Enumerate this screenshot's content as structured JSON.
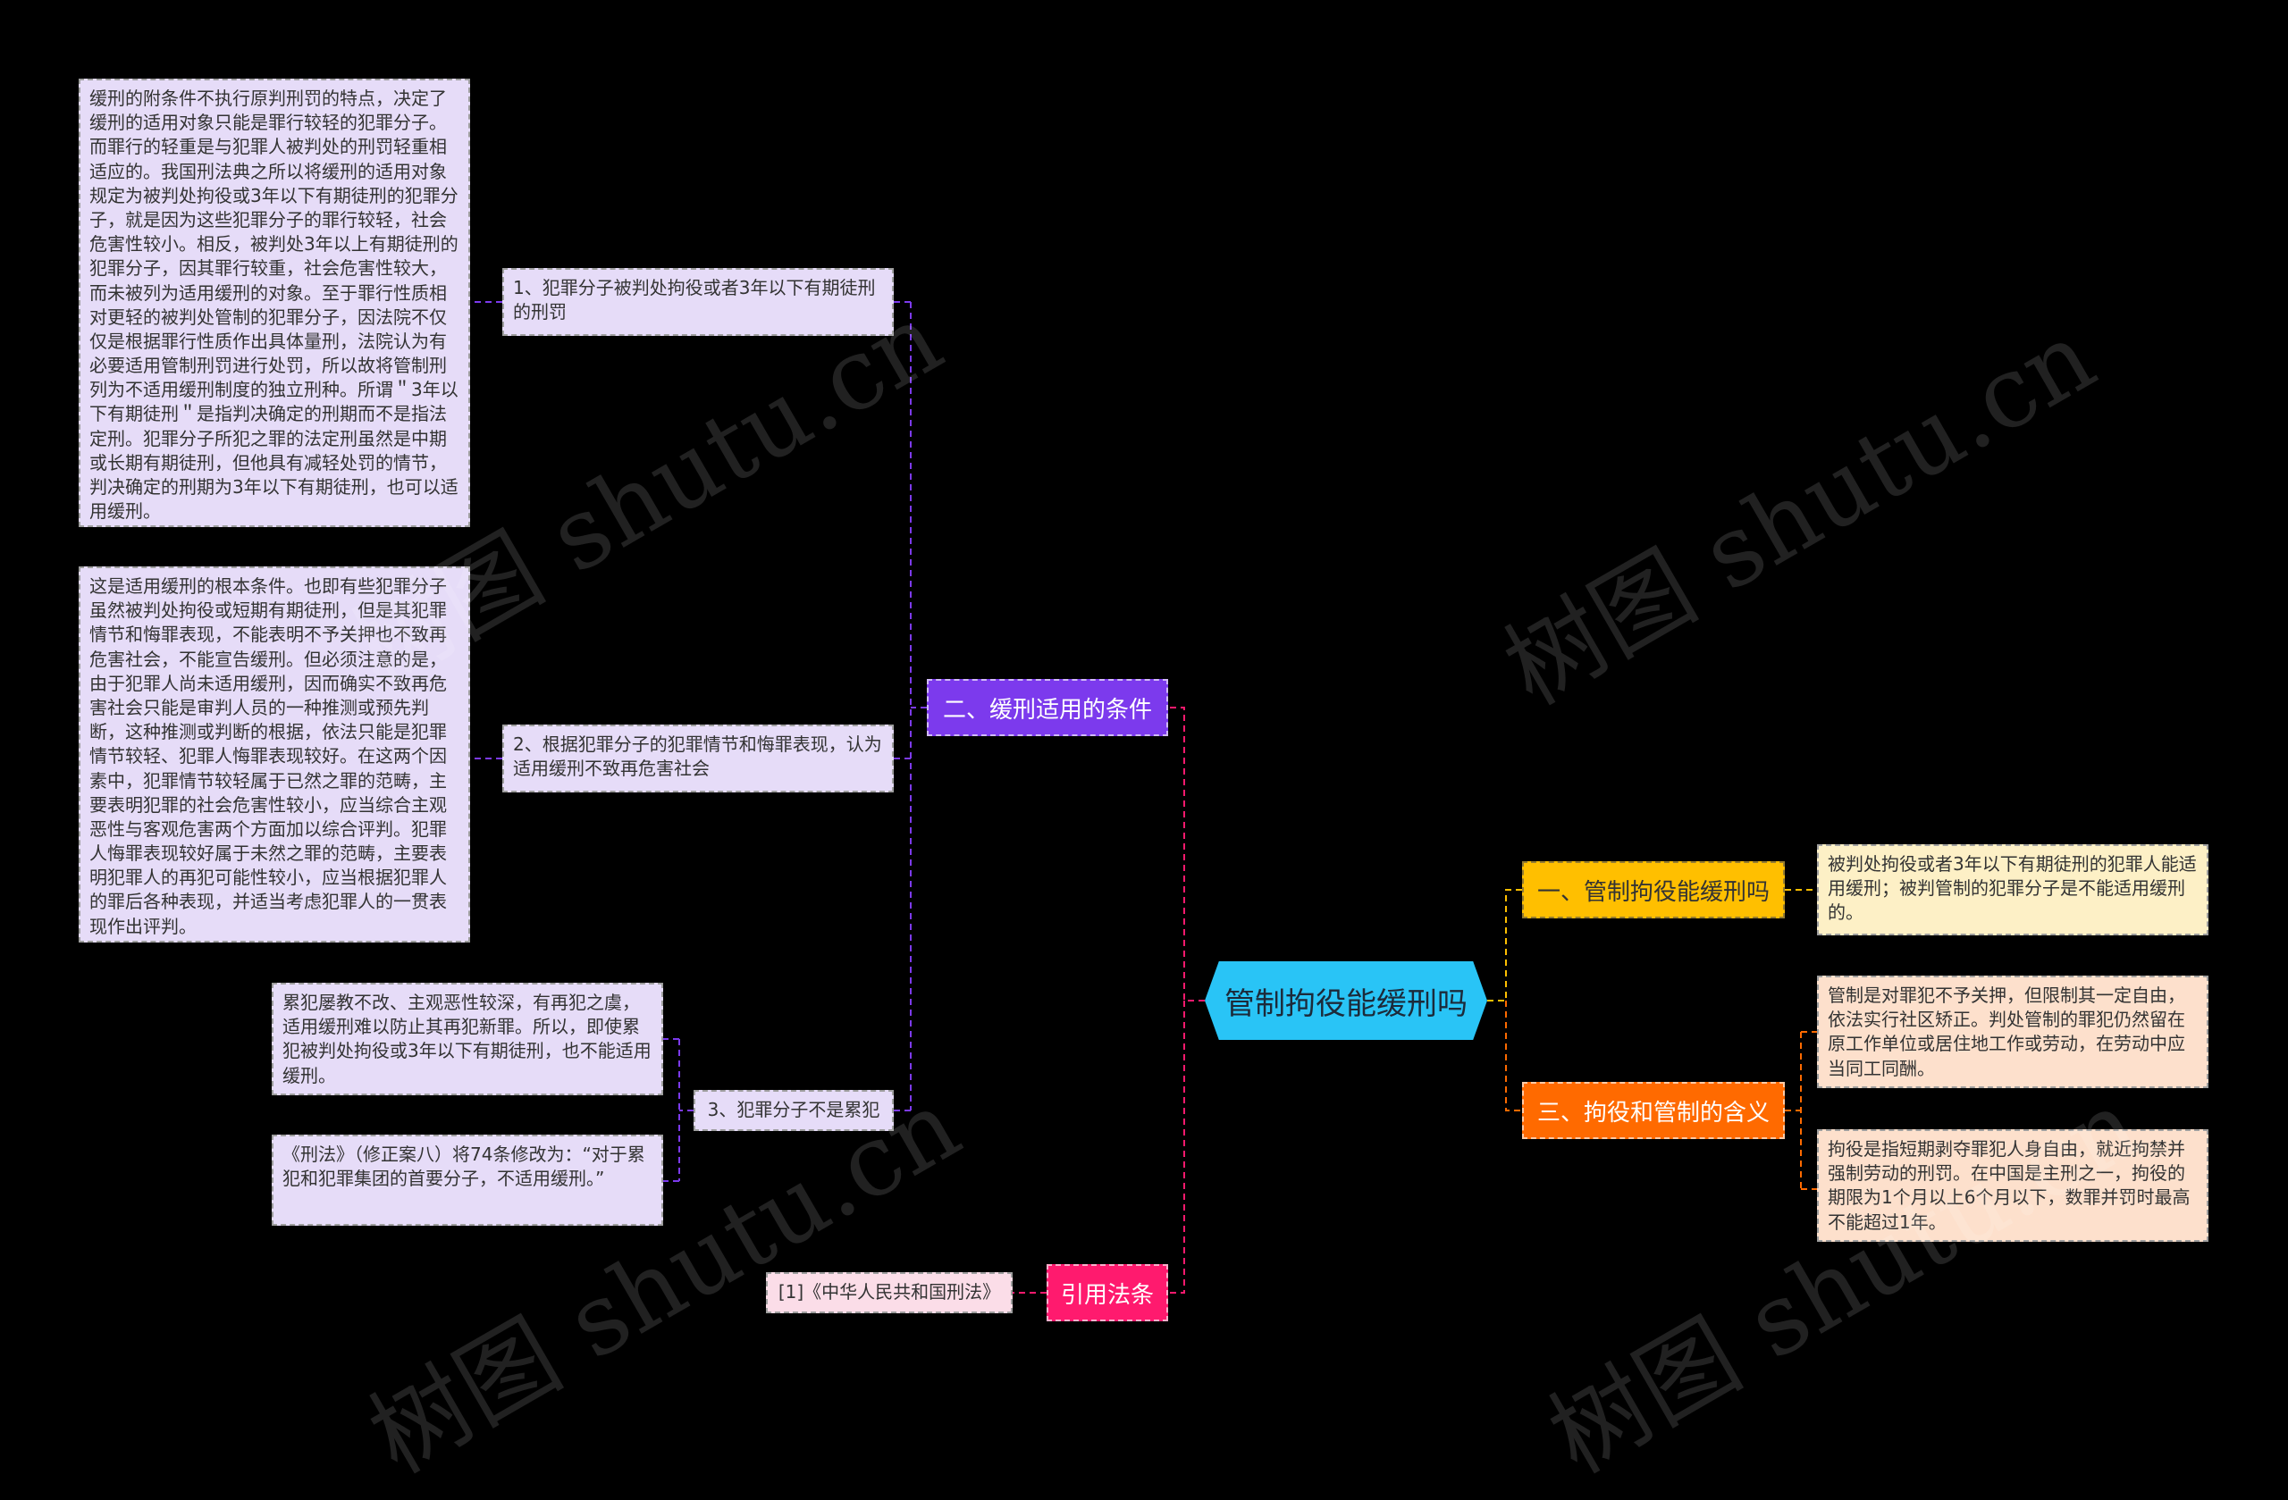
{
  "root": {
    "label": "管制拘役能缓刑吗"
  },
  "branches": {
    "conditions": {
      "label": "二、缓刑适用的条件",
      "items": [
        {
          "label": "1、犯罪分子被判处拘役或者3年以下有期徒刑的刑罚",
          "note": "缓刑的附条件不执行原判刑罚的特点，决定了缓刑的适用对象只能是罪行较轻的犯罪分子。而罪行的轻重是与犯罪人被判处的刑罚轻重相适应的。我国刑法典之所以将缓刑的适用对象规定为被判处拘役或3年以下有期徒刑的犯罪分子，就是因为这些犯罪分子的罪行较轻，社会危害性较小。相反，被判处3年以上有期徒刑的犯罪分子，因其罪行较重，社会危害性较大，而未被列为适用缓刑的对象。至于罪行性质相对更轻的被判处管制的犯罪分子，因法院不仅仅是根据罪行性质作出具体量刑，法院认为有必要适用管制刑罚进行处罚，所以故将管制刑列为不适用缓刑制度的独立刑种。所谓＂3年以下有期徒刑＂是指判决确定的刑期而不是指法定刑。犯罪分子所犯之罪的法定刑虽然是中期或长期有期徒刑，但他具有减轻处罚的情节，判决确定的刑期为3年以下有期徒刑，也可以适用缓刑。"
        },
        {
          "label": "2、根据犯罪分子的犯罪情节和悔罪表现，认为适用缓刑不致再危害社会",
          "note": "这是适用缓刑的根本条件。也即有些犯罪分子虽然被判处拘役或短期有期徒刑，但是其犯罪情节和悔罪表现，不能表明不予关押也不致再危害社会，不能宣告缓刑。但必须注意的是，由于犯罪人尚未适用缓刑，因而确实不致再危害社会只能是审判人员的一种推测或预先判断，这种推测或判断的根据，依法只能是犯罪情节较轻、犯罪人悔罪表现较好。在这两个因素中，犯罪情节较轻属于已然之罪的范畴，主要表明犯罪的社会危害性较小，应当综合主观恶性与客观危害两个方面加以综合评判。犯罪人悔罪表现较好属于未然之罪的范畴，主要表明犯罪人的再犯可能性较小，应当根据犯罪人的罪后各种表现，并适当考虑犯罪人的一贯表现作出评判。"
        },
        {
          "label": "3、犯罪分子不是累犯",
          "notes": [
            "累犯屡教不改、主观恶性较深，有再犯之虞，适用缓刑难以防止其再犯新罪。所以，即使累犯被判处拘役或3年以下有期徒刑，也不能适用缓刑。",
            "《刑法》（修正案八）将74条修改为：“对于累犯和犯罪集团的首要分子，不适用缓刑。”"
          ]
        }
      ]
    },
    "can": {
      "label": "一、管制拘役能缓刑吗",
      "note": "被判处拘役或者3年以下有期徒刑的犯罪人能适用缓刑；被判管制的犯罪分子是不能适用缓刑的。"
    },
    "meaning": {
      "label": "三、拘役和管制的含义",
      "notes": [
        "管制是对罪犯不予关押，但限制其一定自由，依法实行社区矫正。判处管制的罪犯仍然留在原工作单位或居住地工作或劳动，在劳动中应当同工同酬。",
        "拘役是指短期剥夺罪犯人身自由，就近拘禁并强制劳动的刑罚。在中国是主刑之一，拘役的期限为1个月以上6个月以下，数罪并罚时最高不能超过1年。"
      ]
    },
    "law": {
      "label": "引用法条",
      "ref": "[1]《中华人民共和国刑法》"
    }
  },
  "watermark": "树图 shutu.cn",
  "colors": {
    "root": "#29c4f6",
    "conditions": "#7c3aed",
    "can": "#ffbf00",
    "meaning": "#ff6a00",
    "law": "#ff1a6e"
  }
}
